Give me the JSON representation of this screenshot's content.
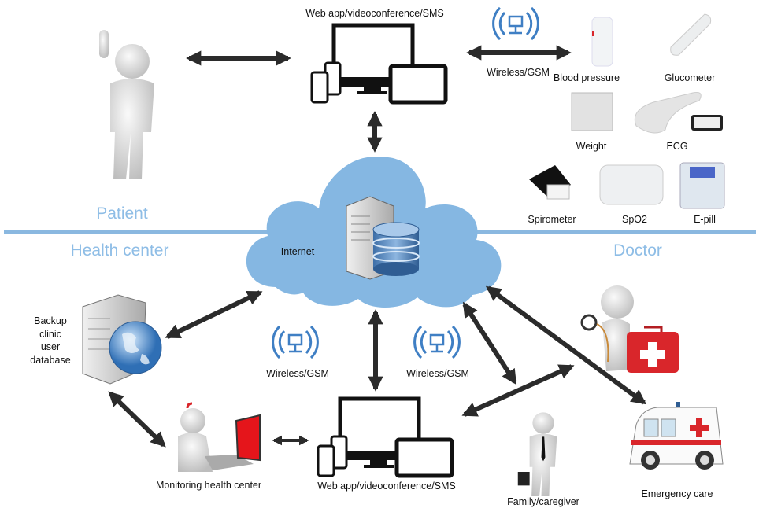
{
  "zones": {
    "patient": "Patient",
    "health_center": "Health center",
    "doctor": "Doctor"
  },
  "labels": {
    "web_app_top": "Web app/videoconference/SMS",
    "web_app_bottom": "Web app/videoconference/SMS",
    "wireless_top": "Wireless/GSM",
    "wireless_left": "Wireless/GSM",
    "wireless_right": "Wireless/GSM",
    "internet": "Internet",
    "backup": [
      "Backup",
      "clinic",
      "user",
      "database"
    ],
    "monitoring": "Monitoring health center",
    "family": "Family/caregiver",
    "emergency": "Emergency care"
  },
  "devices": [
    "Blood pressure",
    "Glucometer",
    "Weight",
    "ECG",
    "Spirometer",
    "SpO2",
    "E-pill"
  ],
  "colors": {
    "zone_text": "#8ebde6",
    "divider": "#8ab8e0",
    "cloud": "#85b7e2",
    "wireless_icon": "#3f7fc4",
    "arrow": "#2b2b2b",
    "medical_red": "#d9262b"
  }
}
